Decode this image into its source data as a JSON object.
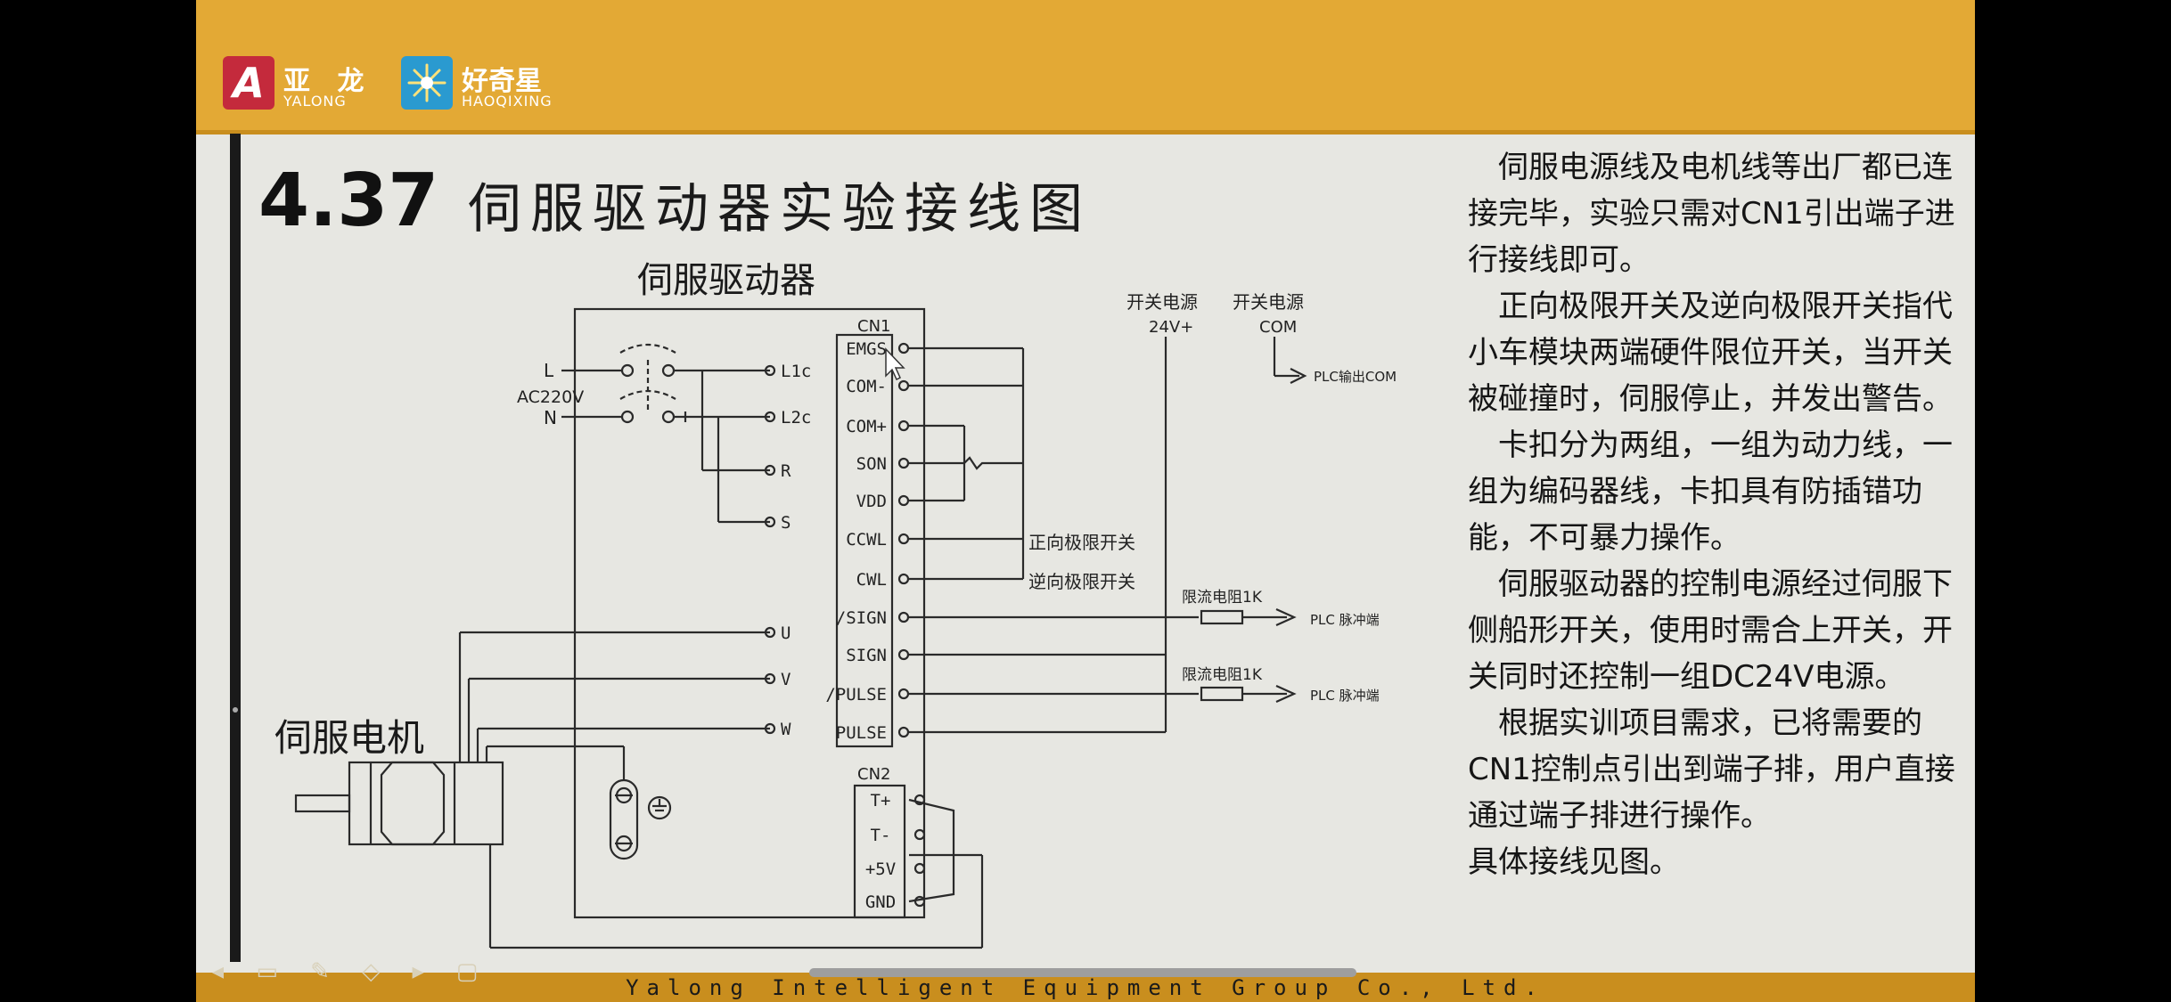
{
  "logos": {
    "yalong_cn": "亚 龙",
    "yalong_en": "YALONG",
    "haoqixing_cn": "好奇星",
    "haoqixing_en": "HAOQIXING",
    "brand_red": "#c42a3c",
    "brand_blue": "#2a9ad0"
  },
  "title": {
    "number": "4.37",
    "text": "伺服驱动器实验接线图"
  },
  "diagram": {
    "driver_label": "伺服驱动器",
    "motor_label": "伺服电机",
    "cn1_label": "CN1",
    "cn2_label": "CN2",
    "power_source": "AC220V",
    "line_L": "L",
    "line_N": "N",
    "driver_terminals": [
      "L1c",
      "L2c",
      "R",
      "S",
      "U",
      "V",
      "W"
    ],
    "cn1_pins": [
      "EMGS",
      "COM-",
      "COM+",
      "SON",
      "VDD",
      "CCWL",
      "CWL",
      "/SIGN",
      "SIGN",
      "/PULSE",
      "PULSE"
    ],
    "cn2_pins": [
      "T+",
      "T-",
      "+5V",
      "GND"
    ],
    "switch_power_1": "开关电源",
    "switch_power_1_value": "24V+",
    "switch_power_2": "开关电源",
    "switch_power_2_value": "COM",
    "plc_com_out": "PLC输出COM",
    "forward_limit": "正向极限开关",
    "reverse_limit": "逆向极限开关",
    "resistor_label_1": "限流电阻1K",
    "resistor_label_2": "限流电阻1K",
    "plc_pulse_1": "PLC 脉冲端",
    "plc_pulse_2": "PLC 脉冲端"
  },
  "right_text": [
    "伺服电源线及电机线等出厂都已连接完毕，实验只需对CN1引出端子进行接线即可。",
    "正向极限开关及逆向极限开关指代小车模块两端硬件限位开关，当开关被碰撞时，伺服停止，并发出警告。",
    "卡扣分为两组，一组为动力线，一组为编码器线，卡扣具有防插错功能，不可暴力操作。",
    "伺服驱动器的控制电源经过伺服下侧船形开关，使用时需合上开关，开关同时还控制一组DC24V电源。",
    "根据实训项目需求，已将需要的CN1控制点引出到端子排，用户直接通过端子排进行操作。",
    "具体接线见图。"
  ],
  "footer": "Yalong Intelligent Equipment Group Co., Ltd.",
  "colors": {
    "header": "#e3a935",
    "slide_bg": "#e7e7e2"
  }
}
